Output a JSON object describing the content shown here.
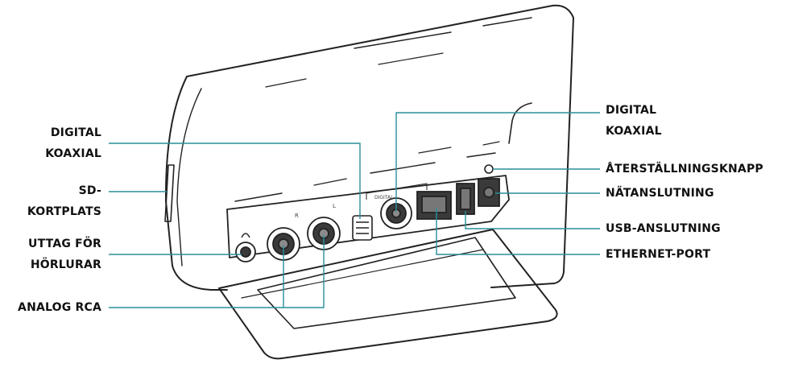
{
  "labels": {
    "digital_coax_left": [
      "DIGITAL",
      "KOAXIAL"
    ],
    "sd_slot": [
      "SD-",
      "KORTPLATS"
    ],
    "headphone": [
      "UTTAG FÖR",
      "HÖRLURAR"
    ],
    "analog_rca": "ANALOG RCA",
    "digital_coax_right": [
      "DIGITAL",
      "KOAXIAL"
    ],
    "reset_button": "ÅTERSTÄLLNINGSKNAPP",
    "power": "NÄTANSLUTNING",
    "usb": "USB-ANSLUTNING",
    "ethernet": "ETHERNET-PORT"
  },
  "port_marks": {
    "rca_r": "R",
    "rca_l": "L",
    "digital": "DIGITAL"
  },
  "colors": {
    "leader": "#2a8f9a",
    "outline": "#222222",
    "port_dark": "#3a3a3a"
  }
}
